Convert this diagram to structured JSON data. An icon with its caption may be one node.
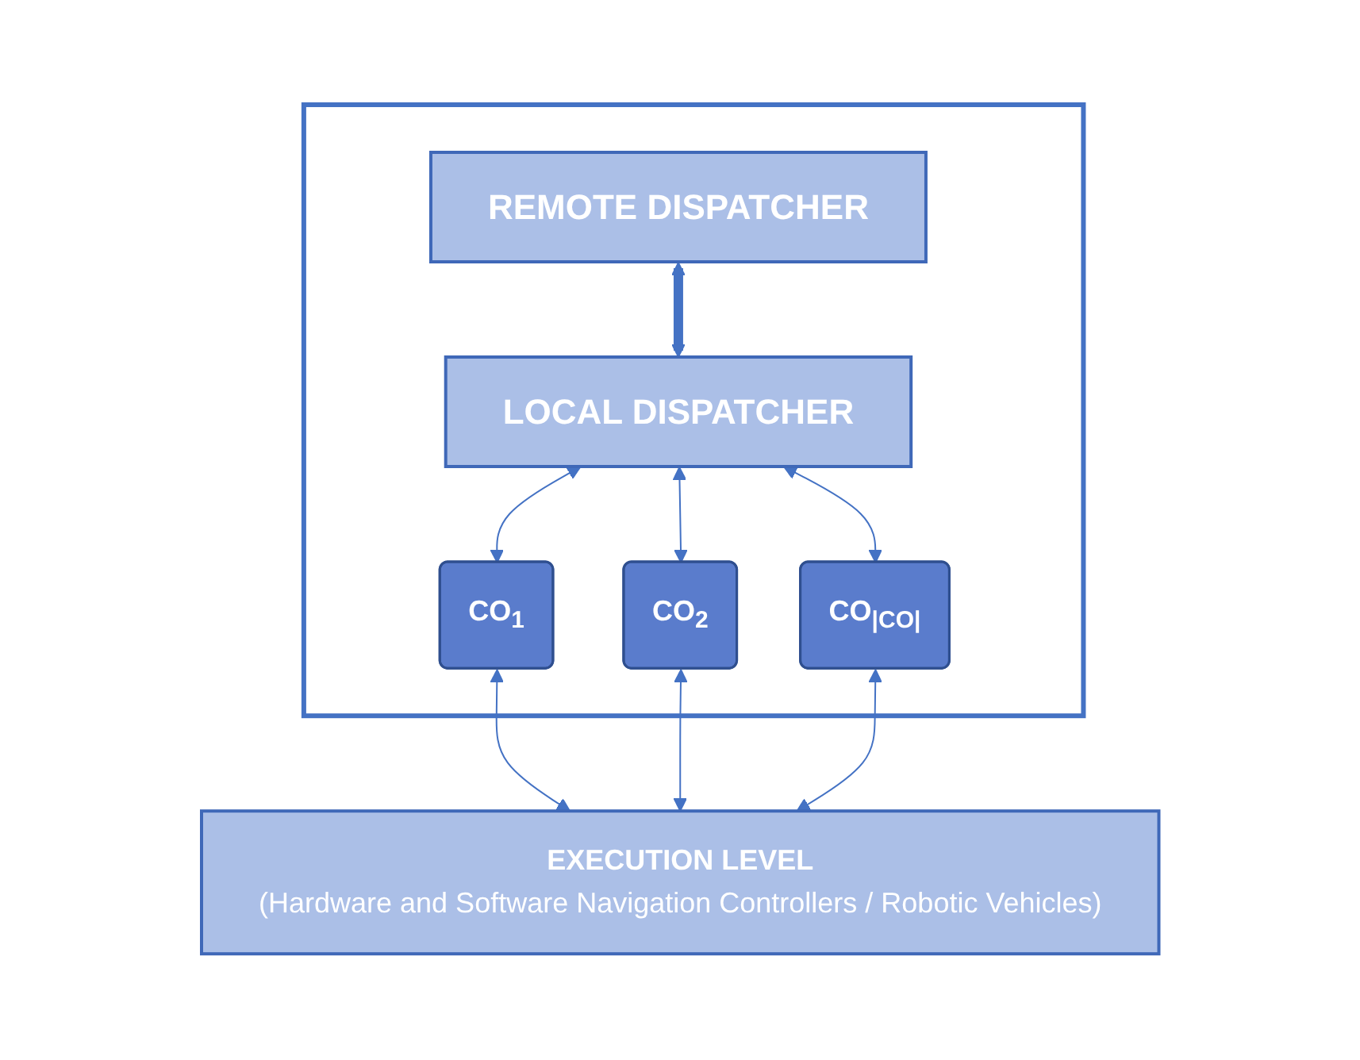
{
  "diagram": {
    "nodes": [
      {
        "text": [],
        "shape": "box"
      },
      {
        "text": [
          "REMOTE DISPATCHER"
        ],
        "in": 0
      },
      {
        "text": [
          "LOCAL DISPATCHER"
        ],
        "in": 0
      },
      {
        "text": [
          "CO$_{1}$"
        ],
        "in": 0
      },
      {
        "text": [
          "CO$_{2}$"
        ],
        "in": 0
      },
      {
        "text": [
          "CO$_{|CO|}$"
        ],
        "in": 0
      },
      {
        "text": [
          "EXECUTION LEVEL",
          "(Hardware and Software Navigation Controllers / Robotic Vehicles)"
        ]
      }
    ],
    "edges": [
      {
        "from": 1,
        "to": 2,
        "arrow": "both",
        "style": "thick"
      },
      {
        "from": 2,
        "to": 3,
        "arrow": "both"
      },
      {
        "from": 2,
        "to": 4,
        "arrow": "both"
      },
      {
        "from": 2,
        "to": 5,
        "arrow": "both"
      },
      {
        "from": 3,
        "to": 6,
        "arrow": "both"
      },
      {
        "from": 4,
        "to": 6,
        "arrow": "both"
      },
      {
        "from": 5,
        "to": 6,
        "arrow": "both"
      }
    ]
  }
}
